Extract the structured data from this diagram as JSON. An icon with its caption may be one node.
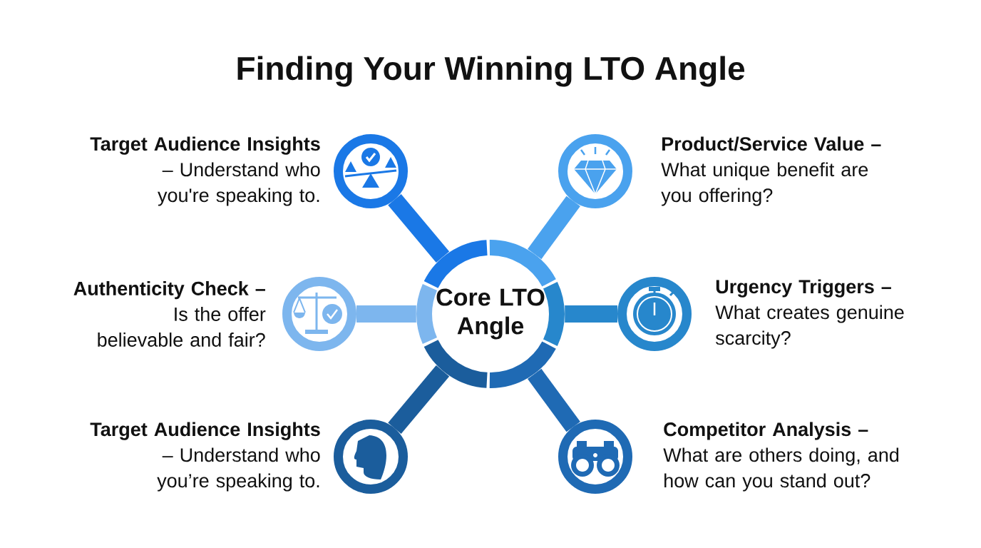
{
  "diagram": {
    "title": "Finding Your Winning LTO Angle",
    "nodes": [
      {
        "text": [
          "Target Audience Insights",
          "– Understand who you're speaking to."
        ]
      },
      {
        "text": [
          "Product/Service Value –",
          "What unique benefit are you offering?"
        ]
      },
      {
        "text": [
          "Authenticity Check –",
          "Is the offer believable and fair?"
        ]
      },
      {
        "text": [
          "Core LTO Angle"
        ]
      },
      {
        "text": [
          "Urgency Triggers –",
          "What creates genuine scarcity?"
        ]
      },
      {
        "text": [
          "Target Audience Insights",
          "– Understand who you’re speaking to."
        ]
      },
      {
        "text": [
          "Competitor Analysis –",
          "What are others doing, and how can you stand out?"
        ]
      }
    ],
    "edges": [
      {
        "from": 3,
        "to": 0,
        "arrow": "none",
        "color": "#1a78e6"
      },
      {
        "from": 3,
        "to": 1,
        "arrow": "none",
        "color": "#4aa2ee"
      },
      {
        "from": 3,
        "to": 2,
        "arrow": "none",
        "color": "#7db6ee"
      },
      {
        "from": 3,
        "to": 4,
        "arrow": "none",
        "color": "#2787cc"
      },
      {
        "from": 3,
        "to": 5,
        "arrow": "none",
        "color": "#1b5d9c"
      },
      {
        "from": 3,
        "to": 6,
        "arrow": "none",
        "color": "#1f6ab4"
      }
    ]
  }
}
